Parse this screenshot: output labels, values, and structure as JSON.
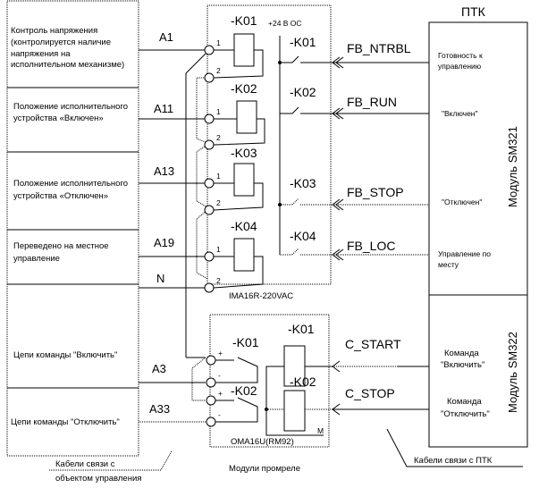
{
  "left_panel": {
    "rows": [
      {
        "lines": [
          "Контроль напряжения",
          "(контролируется наличие",
          "напряжения на",
          "исполнительном механизме)"
        ]
      },
      {
        "lines": [
          "Положение исполнительного",
          "устройства «Включен»"
        ]
      },
      {
        "lines": [
          "Положение исполнительного",
          "устройства «Отключен»"
        ]
      },
      {
        "lines": [
          "Переведено на местное",
          "управление"
        ]
      },
      {
        "lines": [
          "Цепи команды \"Включить\""
        ]
      },
      {
        "lines": [
          "Цепи команды \"Отключить\""
        ]
      }
    ]
  },
  "wires": {
    "a1": "A1",
    "a11": "A11",
    "a13": "A13",
    "a19": "A19",
    "n": "N",
    "a3": "A3",
    "a33": "A33"
  },
  "ima_module": {
    "name": "IMA16R-220VAC",
    "supply": "+24 В ОС",
    "coils": [
      "-K01",
      "-K02",
      "-K03",
      "-K04"
    ],
    "contacts": [
      "-K01",
      "-K02",
      "-K03",
      "-K04"
    ],
    "terminal_1": "1",
    "terminal_2": "2"
  },
  "oma_module": {
    "name": "OMA16U(RM92)",
    "coils": [
      "-K01",
      "-K02"
    ],
    "contacts": [
      "-K01",
      "-K02"
    ],
    "plus": "+",
    "minus": "-",
    "m": "M"
  },
  "signals": {
    "fb_ntrbl": "FB_NTRBL",
    "fb_run": "FB_RUN",
    "fb_stop": "FB_STOP",
    "fb_loc": "FB_LOC",
    "c_start": "C_START",
    "c_stop": "C_STOP"
  },
  "ptk": {
    "title": "ПТК",
    "sm321": {
      "name": "Модуль SM321",
      "inputs": [
        [
          "Готовность к",
          "управлению"
        ],
        [
          "\"Включен\""
        ],
        [
          "\"Отключен\""
        ],
        [
          "Управление по",
          "месту"
        ]
      ]
    },
    "sm322": {
      "name": "Модуль SM322",
      "outputs": [
        [
          "Команда",
          "\"Включить\""
        ],
        [
          "Команда",
          "\"Отключить\""
        ]
      ]
    }
  },
  "captions": {
    "object_cables": [
      "Кабели связи с",
      "объектом управления"
    ],
    "relay_modules": "Модули промреле",
    "ptk_cables": "Кабели связи с ПТК"
  }
}
